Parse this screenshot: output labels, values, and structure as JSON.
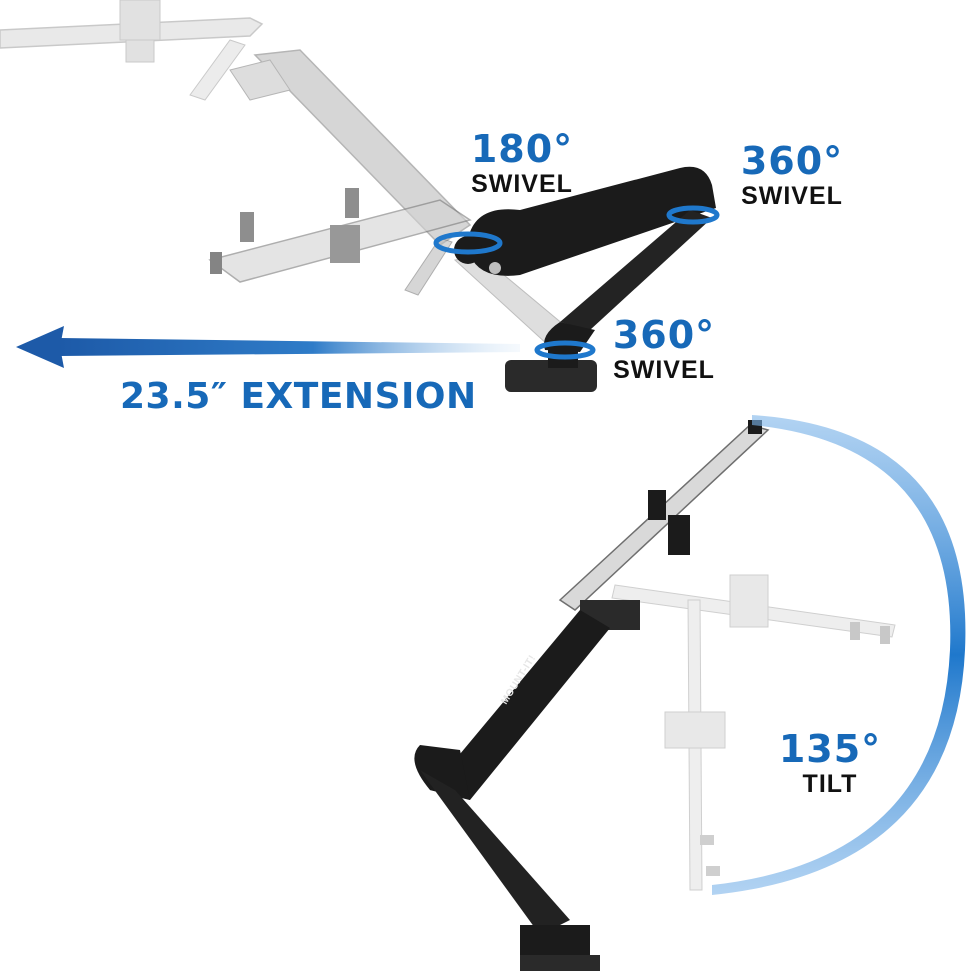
{
  "colors": {
    "accent": "#1769b8",
    "arm_black": "#1b1b1b",
    "ghost_gray": "#9a9a9a"
  },
  "callouts": {
    "swivel_top_left": {
      "degree": "180°",
      "label": "SWIVEL"
    },
    "swivel_top_right": {
      "degree": "360°",
      "label": "SWIVEL"
    },
    "swivel_base": {
      "degree": "360°",
      "label": "SWIVEL"
    },
    "tilt": {
      "degree": "135°",
      "label": "TILT"
    }
  },
  "extension": {
    "label": "23.5″ EXTENSION"
  },
  "brand": {
    "logo_text": "MOUNT-IT!"
  }
}
